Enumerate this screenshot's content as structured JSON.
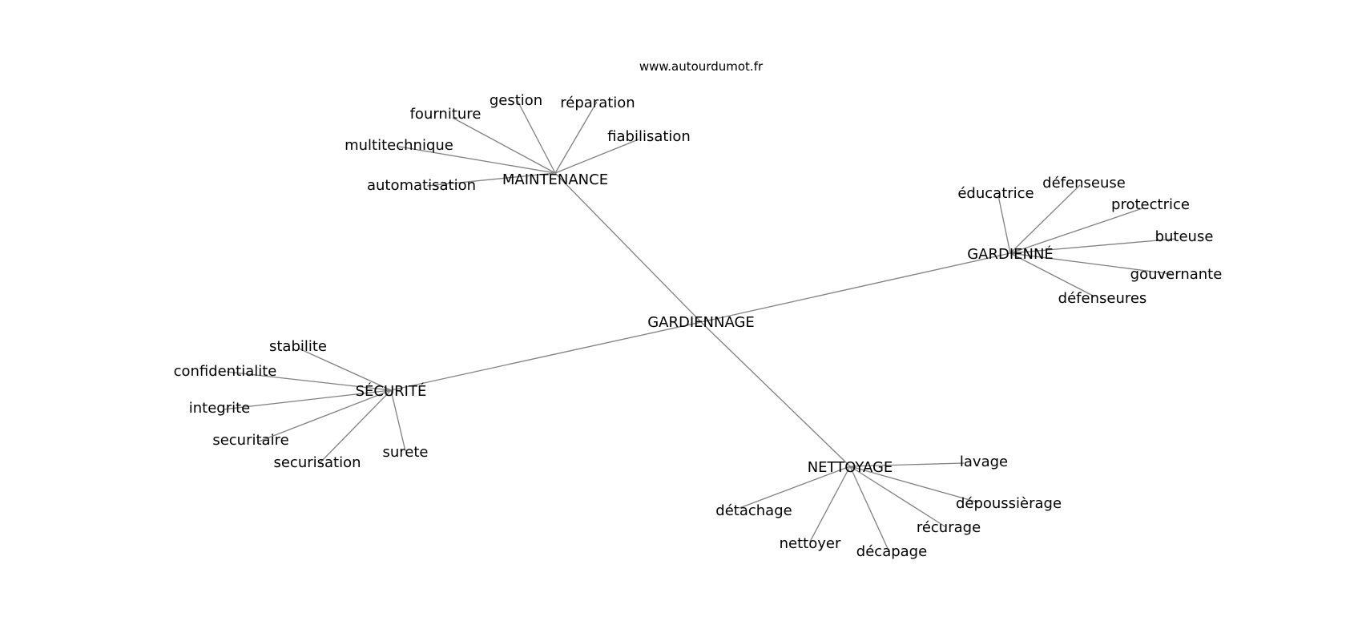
{
  "source": "www.autourdumot.fr",
  "root": "GARDIENNAGE",
  "clusters": [
    {
      "label": "MAINTENANCE",
      "words": [
        "gestion",
        "réparation",
        "fourniture",
        "fiabilisation",
        "multitechnique",
        "automatisation"
      ]
    },
    {
      "label": "GARDIENNÉ",
      "words": [
        "éducatrice",
        "défenseuse",
        "protectrice",
        "buteuse",
        "gouvernante",
        "défenseures"
      ]
    },
    {
      "label": "SÉCURITÉ",
      "words": [
        "stabilite",
        "confidentialite",
        "integrite",
        "securitaire",
        "securisation",
        "surete"
      ]
    },
    {
      "label": "NETTOYAGE",
      "words": [
        "lavage",
        "dépoussièrage",
        "récurage",
        "décapage",
        "nettoyer",
        "détachage"
      ]
    }
  ]
}
